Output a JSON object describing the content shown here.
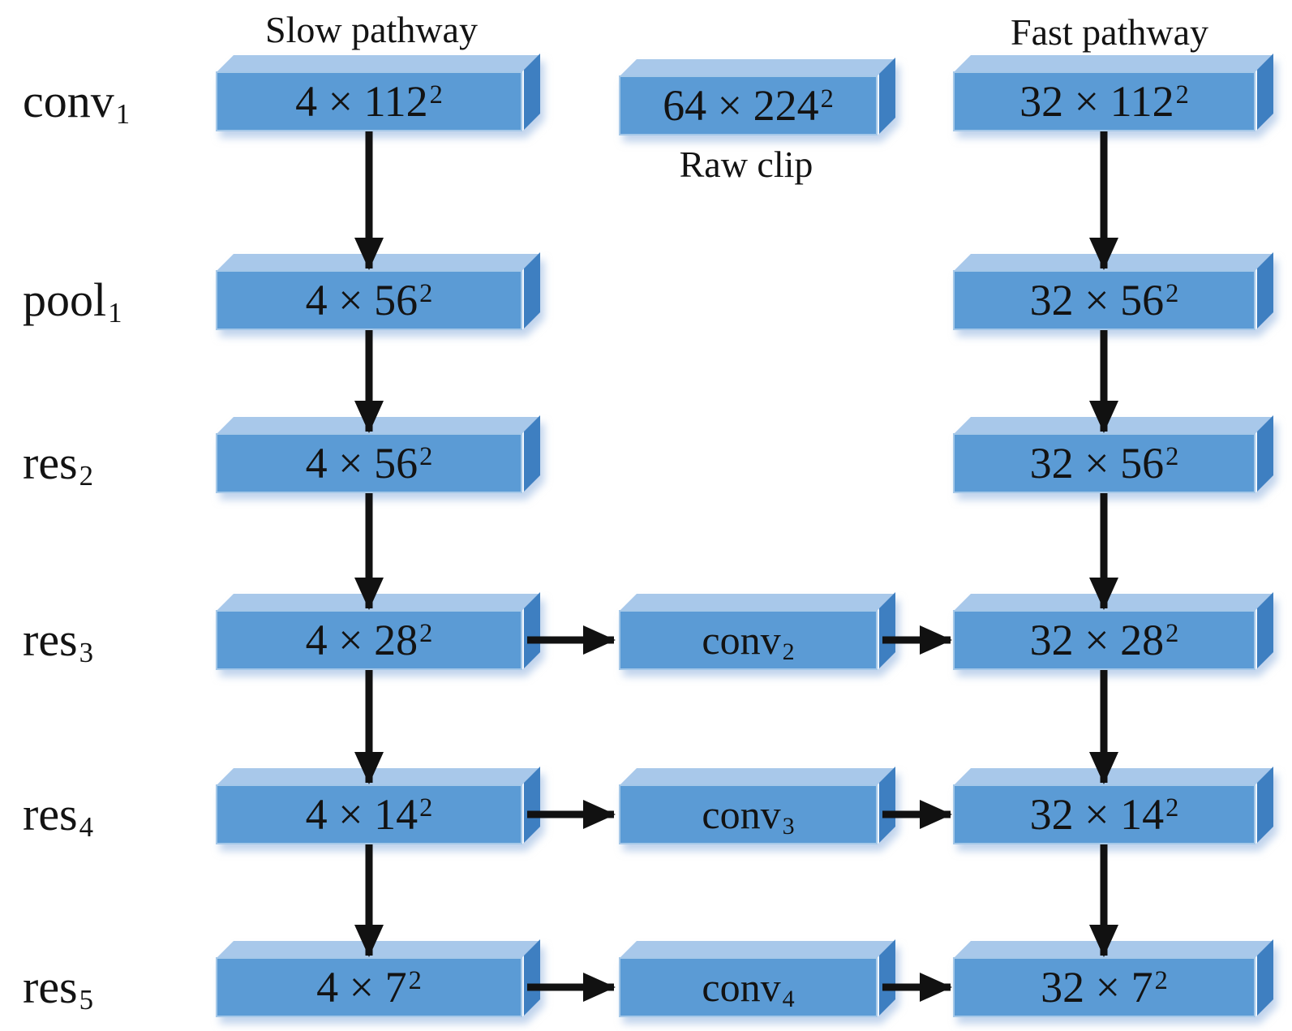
{
  "slow_title": "Slow pathway",
  "fast_title": "Fast pathway",
  "raw_clip": {
    "dims_base": "64 × 224",
    "dims_sup": "2",
    "caption": "Raw clip"
  },
  "rows": [
    {
      "label_base": "conv",
      "label_sub": "1",
      "slow_base": "4 × 112",
      "slow_sup": "2",
      "fast_base": "32 × 112",
      "fast_sup": "2"
    },
    {
      "label_base": "pool",
      "label_sub": "1",
      "slow_base": "4 × 56",
      "slow_sup": "2",
      "fast_base": "32 × 56",
      "fast_sup": "2"
    },
    {
      "label_base": "res",
      "label_sub": "2",
      "slow_base": "4 × 56",
      "slow_sup": "2",
      "fast_base": "32 × 56",
      "fast_sup": "2"
    },
    {
      "label_base": "res",
      "label_sub": "3",
      "slow_base": "4 × 28",
      "slow_sup": "2",
      "mid_base": "conv",
      "mid_sub": "2",
      "fast_base": "32 × 28",
      "fast_sup": "2"
    },
    {
      "label_base": "res",
      "label_sub": "4",
      "slow_base": "4 × 14",
      "slow_sup": "2",
      "mid_base": "conv",
      "mid_sub": "3",
      "fast_base": "32 × 14",
      "fast_sup": "2"
    },
    {
      "label_base": "res",
      "label_sub": "5",
      "slow_base": "4 × 7",
      "slow_sup": "2",
      "mid_base": "conv",
      "mid_sub": "4",
      "fast_base": "32 × 7",
      "fast_sup": "2"
    }
  ],
  "colors": {
    "box_front": "#5b9bd5",
    "box_top": "#a8c8ea",
    "box_side": "#3e7fc1",
    "arrow": "#111111",
    "text": "#131313",
    "shadow": "#c9dcf0"
  },
  "edges": [
    {
      "from": "slow-conv1",
      "to": "slow-pool1"
    },
    {
      "from": "slow-pool1",
      "to": "slow-res2"
    },
    {
      "from": "slow-res2",
      "to": "slow-res3"
    },
    {
      "from": "slow-res3",
      "to": "slow-res4"
    },
    {
      "from": "slow-res4",
      "to": "slow-res5"
    },
    {
      "from": "fast-conv1",
      "to": "fast-pool1"
    },
    {
      "from": "fast-pool1",
      "to": "fast-res2"
    },
    {
      "from": "fast-res2",
      "to": "fast-res3"
    },
    {
      "from": "fast-res3",
      "to": "fast-res4"
    },
    {
      "from": "fast-res4",
      "to": "fast-res5"
    },
    {
      "from": "slow-res3",
      "to": "conv2"
    },
    {
      "from": "conv2",
      "to": "fast-res3"
    },
    {
      "from": "slow-res4",
      "to": "conv3"
    },
    {
      "from": "conv3",
      "to": "fast-res4"
    },
    {
      "from": "slow-res5",
      "to": "conv4"
    },
    {
      "from": "conv4",
      "to": "fast-res5"
    }
  ]
}
